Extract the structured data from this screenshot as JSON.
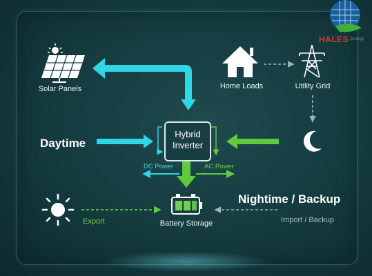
{
  "logo": {
    "brand": "HALES",
    "suffix": "Energy"
  },
  "nodes": {
    "solar_panels": "Solar Panels",
    "home_loads": "Home Loads",
    "utility_grid": "Utility Grid",
    "inverter_line1": "Hybrid",
    "inverter_line2": "Inverter",
    "battery_storage": "Battery Storage"
  },
  "modes": {
    "daytime": "Daytime",
    "nighttime": "Nightime / Backup"
  },
  "flows": {
    "dc_power": "DC Power",
    "ac_power": "AC Power",
    "export": "Export",
    "import_backup": "Import / Backup"
  },
  "colors": {
    "cyan": "#2fd6e3",
    "green": "#5fc93f",
    "background": "#163d41"
  },
  "icons": [
    "solar-panel-icon",
    "house-icon",
    "power-tower-icon",
    "moon-icon",
    "sun-icon",
    "battery-icon"
  ]
}
